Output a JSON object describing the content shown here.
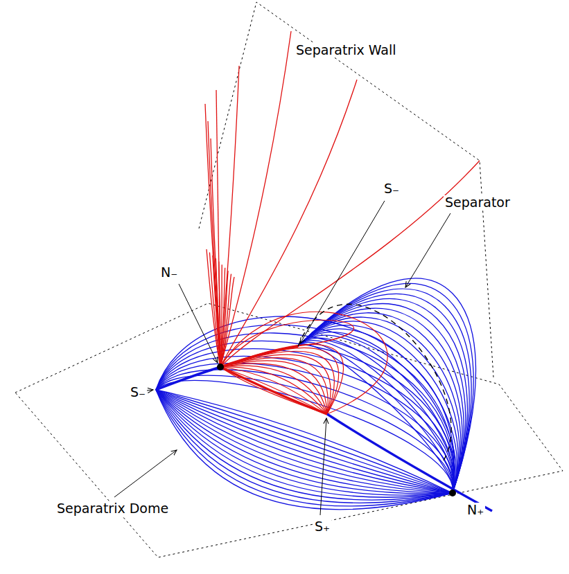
{
  "diagram": {
    "labels": [
      "Separatrix Wall",
      "S₋",
      "Separator",
      "N₋",
      "S₋",
      "Separatrix Dome",
      "S₊",
      "N₊"
    ]
  }
}
